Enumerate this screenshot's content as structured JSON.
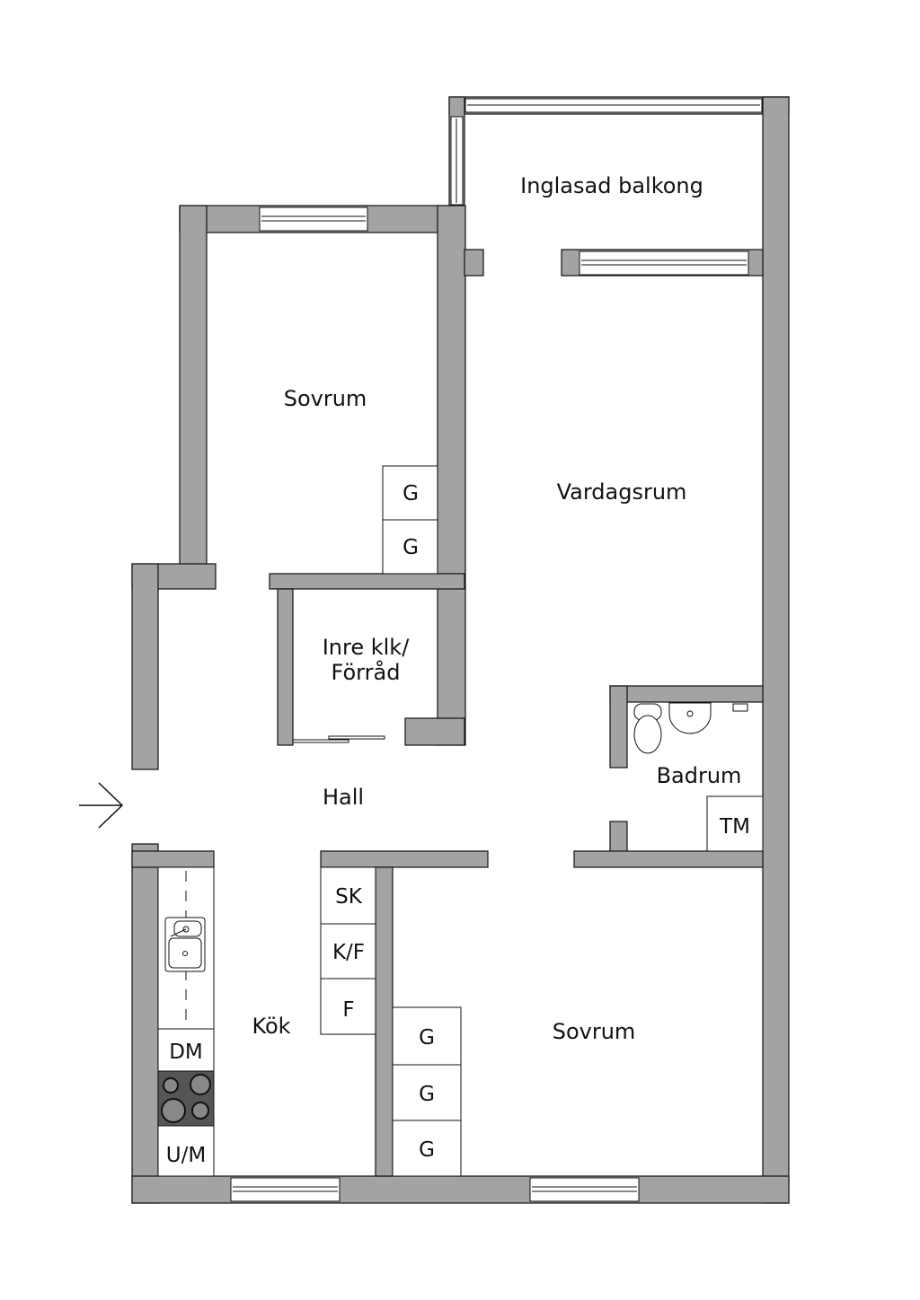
{
  "rooms": {
    "balcony": "Inglasad balkong",
    "bedroom1": "Sovrum",
    "living": "Vardagsrum",
    "closet_line1": "Inre klk/",
    "closet_line2": "Förråd",
    "hall": "Hall",
    "bathroom": "Badrum",
    "kitchen": "Kök",
    "bedroom2": "Sovrum"
  },
  "fixtures": {
    "wardrobe": "G",
    "tm": "TM",
    "sk": "SK",
    "kf": "K/F",
    "f": "F",
    "dm": "DM",
    "um": "U/M"
  },
  "icons": [
    "entrance-arrow-icon",
    "kitchen-sink-icon",
    "stove-icon",
    "toilet-icon",
    "washbasin-icon"
  ],
  "colors": {
    "wall": "#a3a3a3",
    "stove": "#555555"
  }
}
